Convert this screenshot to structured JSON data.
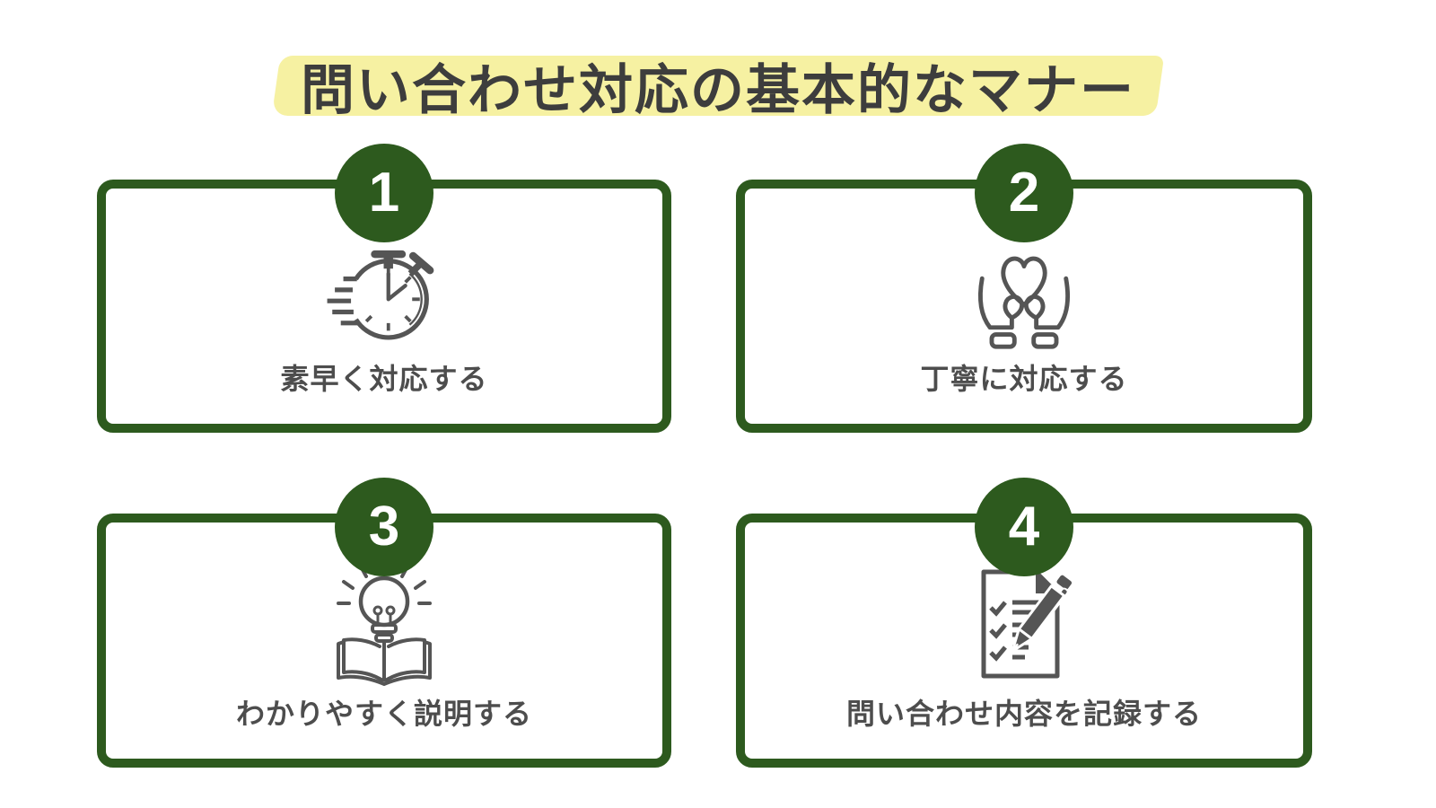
{
  "page": {
    "title": "問い合わせ対応の基本的なマナー",
    "colors": {
      "background": "#ffffff",
      "accent_green": "#2d5a1e",
      "highlight_yellow": "#f6f1a2",
      "title_text": "#3d3d3d",
      "label_text": "#4d4d4d",
      "icon_gray": "#555555",
      "badge_number_text": "#ffffff"
    }
  },
  "cards": [
    {
      "number": "1",
      "label": "素早く対応する",
      "icon": "stopwatch-icon"
    },
    {
      "number": "2",
      "label": "丁寧に対応する",
      "icon": "hands-holding-heart-icon"
    },
    {
      "number": "3",
      "label": "わかりやすく説明する",
      "icon": "lightbulb-book-icon"
    },
    {
      "number": "4",
      "label": "問い合わせ内容を記録する",
      "icon": "checklist-pen-icon"
    }
  ]
}
